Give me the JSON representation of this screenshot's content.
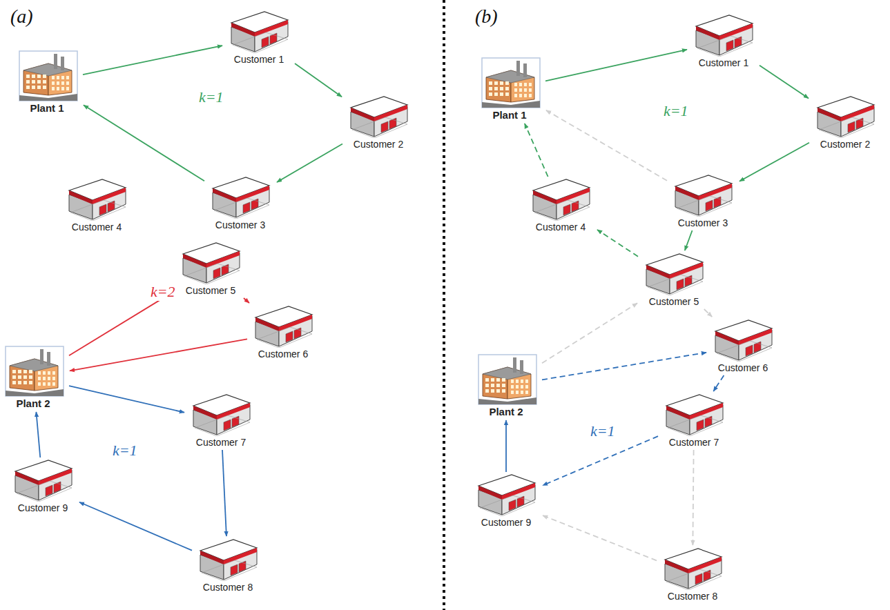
{
  "diagram": {
    "nodes": [
      {
        "text": [
          "Plant 1"
        ]
      },
      {
        "text": [
          "Customer 1"
        ]
      },
      {
        "text": [
          "Customer 2"
        ]
      },
      {
        "text": [
          "Customer 3"
        ]
      },
      {
        "text": [
          "Customer 4"
        ]
      },
      {
        "text": [
          "Customer 5"
        ]
      },
      {
        "text": [
          "Customer 6"
        ]
      },
      {
        "text": [
          "Customer 7"
        ]
      },
      {
        "text": [
          "Customer 8"
        ]
      },
      {
        "text": [
          "Customer 9"
        ]
      },
      {
        "text": [
          "Plant 2"
        ]
      },
      {
        "text": [
          "Plant 1"
        ]
      },
      {
        "text": [
          "Customer 1"
        ]
      },
      {
        "text": [
          "Customer 2"
        ]
      },
      {
        "text": [
          "Customer 3"
        ]
      },
      {
        "text": [
          "Customer 4"
        ]
      },
      {
        "text": [
          "Customer 5"
        ]
      },
      {
        "text": [
          "Customer 6"
        ]
      },
      {
        "text": [
          "Customer 7"
        ]
      },
      {
        "text": [
          "Customer 8"
        ]
      },
      {
        "text": [
          "Customer 9"
        ]
      },
      {
        "text": [
          "Plant 2"
        ]
      }
    ],
    "edges": [
      {
        "from": 0,
        "to": 1,
        "arrow": "to"
      },
      {
        "from": 1,
        "to": 2,
        "arrow": "to"
      },
      {
        "from": 2,
        "to": 3,
        "arrow": "to"
      },
      {
        "from": 3,
        "to": 0,
        "arrow": "to"
      },
      {
        "from": 10,
        "to": 5,
        "arrow": "to"
      },
      {
        "from": 5,
        "to": 6,
        "arrow": "to"
      },
      {
        "from": 6,
        "to": 10,
        "arrow": "to"
      },
      {
        "from": 10,
        "to": 7,
        "arrow": "to"
      },
      {
        "from": 7,
        "to": 8,
        "arrow": "to"
      },
      {
        "from": 8,
        "to": 9,
        "arrow": "to"
      },
      {
        "from": 9,
        "to": 10,
        "arrow": "to"
      },
      {
        "from": 11,
        "to": 12,
        "arrow": "to"
      },
      {
        "from": 12,
        "to": 13,
        "arrow": "to"
      },
      {
        "from": 13,
        "to": 14,
        "arrow": "to"
      },
      {
        "from": 14,
        "to": 16,
        "arrow": "to"
      },
      {
        "from": 16,
        "to": 15,
        "arrow": "to"
      },
      {
        "from": 15,
        "to": 11,
        "arrow": "to"
      },
      {
        "from": 14,
        "to": 11,
        "arrow": "to"
      },
      {
        "from": 21,
        "to": 16,
        "arrow": "to"
      },
      {
        "from": 16,
        "to": 17,
        "arrow": "to"
      },
      {
        "from": 18,
        "to": 19,
        "arrow": "to"
      },
      {
        "from": 19,
        "to": 20,
        "arrow": "to"
      },
      {
        "from": 21,
        "to": 17,
        "arrow": "to"
      },
      {
        "from": 17,
        "to": 18,
        "arrow": "to"
      },
      {
        "from": 18,
        "to": 20,
        "arrow": "to"
      },
      {
        "from": 20,
        "to": 21,
        "arrow": "to"
      }
    ],
    "labels": [
      "(a)",
      "k=1",
      "k=2",
      "k=1",
      "(b)",
      "k=1",
      "k=1"
    ]
  }
}
